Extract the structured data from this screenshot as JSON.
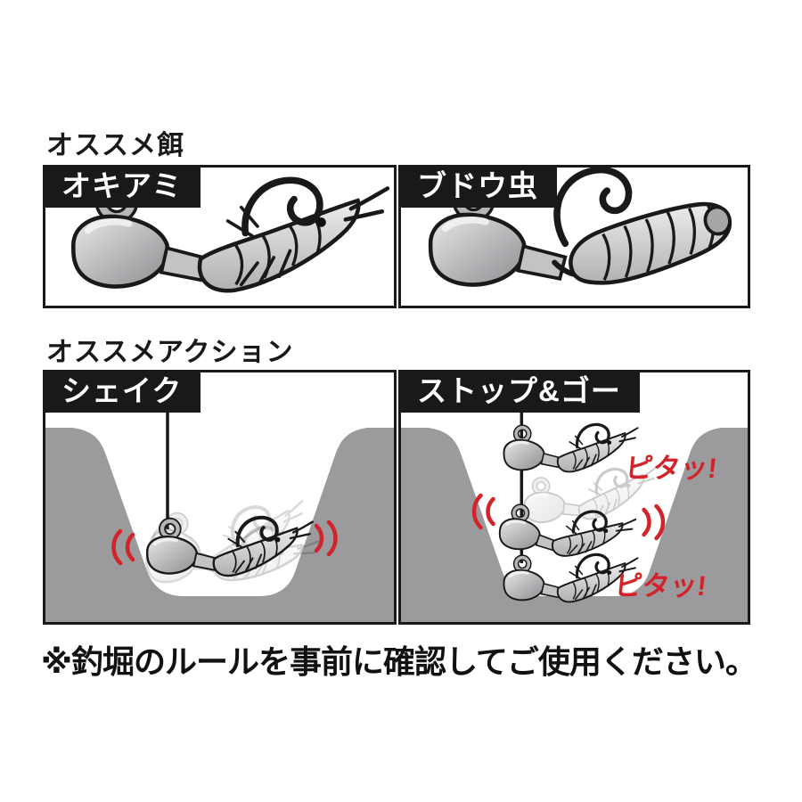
{
  "page": {
    "background": "#ffffff"
  },
  "colors": {
    "ink": "#191919",
    "panel_border": "#191919",
    "label_bg": "#191919",
    "label_text": "#ffffff",
    "pond_wall_gray": "#9b9a9d",
    "accent_red": "#d2232a",
    "metal_gray_light": "#e9e9ea",
    "metal_gray_dark": "#8e8e91"
  },
  "sections": [
    {
      "heading": "オススメ餌",
      "panels": [
        {
          "label": "オキアミ",
          "illustration": "jig-head-with-krill-bait"
        },
        {
          "label": "ブドウ虫",
          "illustration": "jig-head-with-waxworm-bait"
        }
      ]
    },
    {
      "heading": "オススメアクション",
      "panels": [
        {
          "label": "シェイク",
          "illustration": "pond-shake-action"
        },
        {
          "label": "ストップ&ゴー",
          "illustration": "pond-stop-and-go-action",
          "callouts": [
            "ピタッ!",
            "ピタッ!"
          ]
        }
      ]
    }
  ],
  "footnote": "※釣堀のルールを事前に確認してご使用ください。"
}
